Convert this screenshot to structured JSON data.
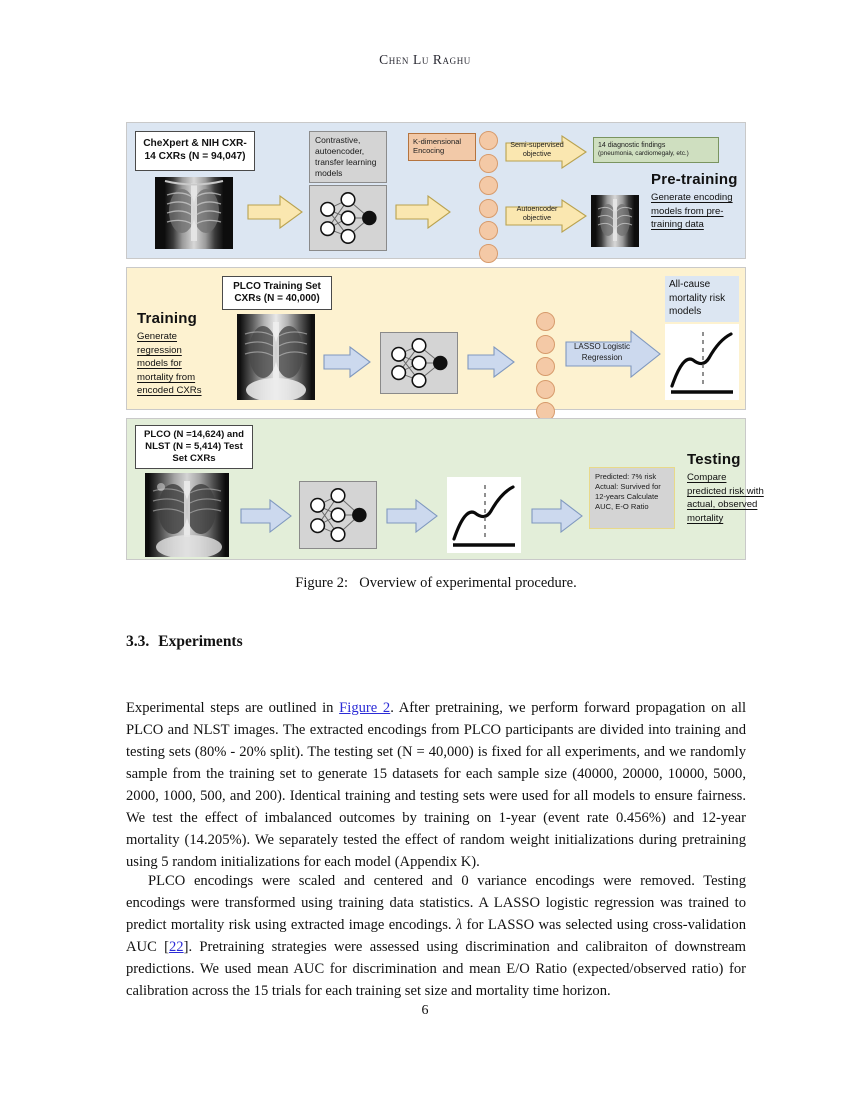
{
  "running_head": "Chen Lu Raghu",
  "page_number": "6",
  "figure": {
    "caption_label": "Figure 2:",
    "caption_text": "Overview of experimental procedure.",
    "pretraining": {
      "source_box": "CheXpert & NIH CXR-14 CXRs (N = 94,047)",
      "models_box": "Contrastive, autoencoder, transfer learning models",
      "encoding_box": "K-dimensional Encocing",
      "objective_semi": "Semi-supervised objective",
      "objective_autoencoder": "Autoencoder objective",
      "findings_box_line1": "14 diagnostic findings",
      "findings_box_line2": "(pneumonia, cardiomegaly, etc.)",
      "stage_title": "Pre-training",
      "stage_desc": "Generate encoding models from pre-training data"
    },
    "training": {
      "stage_title": "Training",
      "stage_desc": "Generate regression models for mortality from encoded CXRs",
      "dataset_box": "PLCO Training Set CXRs (N = 40,000)",
      "regression_label": "LASSO Logistic Regression",
      "output_box": "All-cause mortality risk models"
    },
    "testing": {
      "dataset_box": "PLCO (N =14,624) and NLST (N = 5,414) Test Set CXRs",
      "prediction_box": "Predicted: 7% risk Actual: Survived for 12-years Calculate AUC, E-O Ratio",
      "stage_title": "Testing",
      "stage_desc": "Compare predicted risk with actual, observed mortality"
    },
    "colors": {
      "pretraining_panel": "#dce6f2",
      "training_panel": "#fdf2d0",
      "testing_panel": "#e3eed9",
      "encoding_dot": "#f4c9a6",
      "pretraining_arrow": "#fae7b0",
      "flow_arrow": "#ccd9ee"
    }
  },
  "section": {
    "number": "3.3.",
    "title": "Experiments"
  },
  "body": {
    "paragraph1_part1": "Experimental steps are outlined in ",
    "paragraph1_link": "Figure 2",
    "paragraph1_part2": ". After pretraining, we perform forward propagation on all PLCO and NLST images. The extracted encodings from PLCO participants are divided into training and testing sets (80% - 20% split). The testing set (N = 40,000) is fixed for all experiments, and we randomly sample from the training set to generate 15 datasets for each sample size (40000, 20000, 10000, 5000, 2000, 1000, 500, and 200). Identical training and testing sets were used for all models to ensure fairness. We test the effect of imbalanced outcomes by training on 1-year (event rate 0.456%) and 12-year mortality (14.205%). We separately tested the effect of random weight initializations during pretraining using 5 random initializations for each model (Appendix K).",
    "paragraph2_part1": "PLCO encodings were scaled and centered and 0 variance encodings were removed. Testing encodings were transformed using training data statistics. A LASSO logistic regression was trained to predict mortality risk using extracted image encodings. ",
    "paragraph2_lambda": "λ",
    "paragraph2_part2": " for LASSO was selected using cross-validation AUC [",
    "paragraph2_citation": "22",
    "paragraph2_part3": "]. Pretraining strategies were assessed using discrimination and calibraiton of downstream predictions. We used mean AUC for discrimination and mean E/O Ratio (expected/observed ratio) for calibration across the 15 trials for each training set size and mortality time horizon."
  }
}
